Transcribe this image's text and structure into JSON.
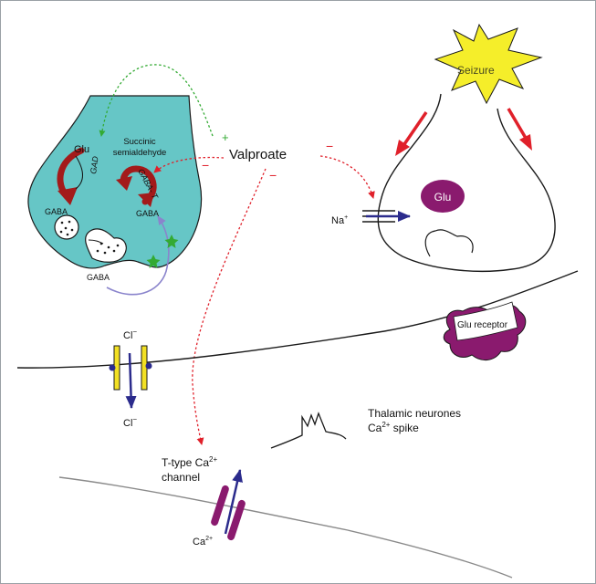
{
  "labels": {
    "valproate": "Valproate",
    "plus_sign": "+",
    "minus_sign": "−",
    "seizure": "Seizure",
    "glu_presynaptic": "Glu",
    "succinic_line1": "Succinic",
    "succinic_line2": "semialdehyde",
    "gad": "GAD",
    "gaba_t": "GABA- T",
    "gaba_vesicle": "GABA",
    "gaba_right": "GABA",
    "gaba_cleft": "GABA",
    "na_ion": "Na",
    "na_charge": "+",
    "glu_vesicle": "Glu",
    "glu_receptor": "Glu receptor",
    "cl_top": "Cl",
    "cl_top_charge": "−",
    "cl_bottom": "Cl",
    "cl_bottom_charge": "−",
    "thalamic_line1": "Thalamic neurones",
    "thalamic_line2_pre": "Ca",
    "thalamic_line2_sup": "2+",
    "thalamic_line2_post": " spike",
    "ttype_line1_pre": "T-type Ca",
    "ttype_line1_sup": "2+",
    "ttype_line2": "channel",
    "ca_ion": "Ca",
    "ca_charge": "2+"
  },
  "colors": {
    "neuron_fill": "#66c6c6",
    "enzyme_arrow": "#a31b1b",
    "inhibition_red": "#e0202a",
    "activation_green": "#33aa33",
    "seizure_yellow": "#f5ee2a",
    "glu_purple": "#8a1a6e",
    "channel_yellow": "#f2e023",
    "ion_arrow_blue": "#2b2b8c",
    "reuptake_lavender": "#8a84cc"
  }
}
